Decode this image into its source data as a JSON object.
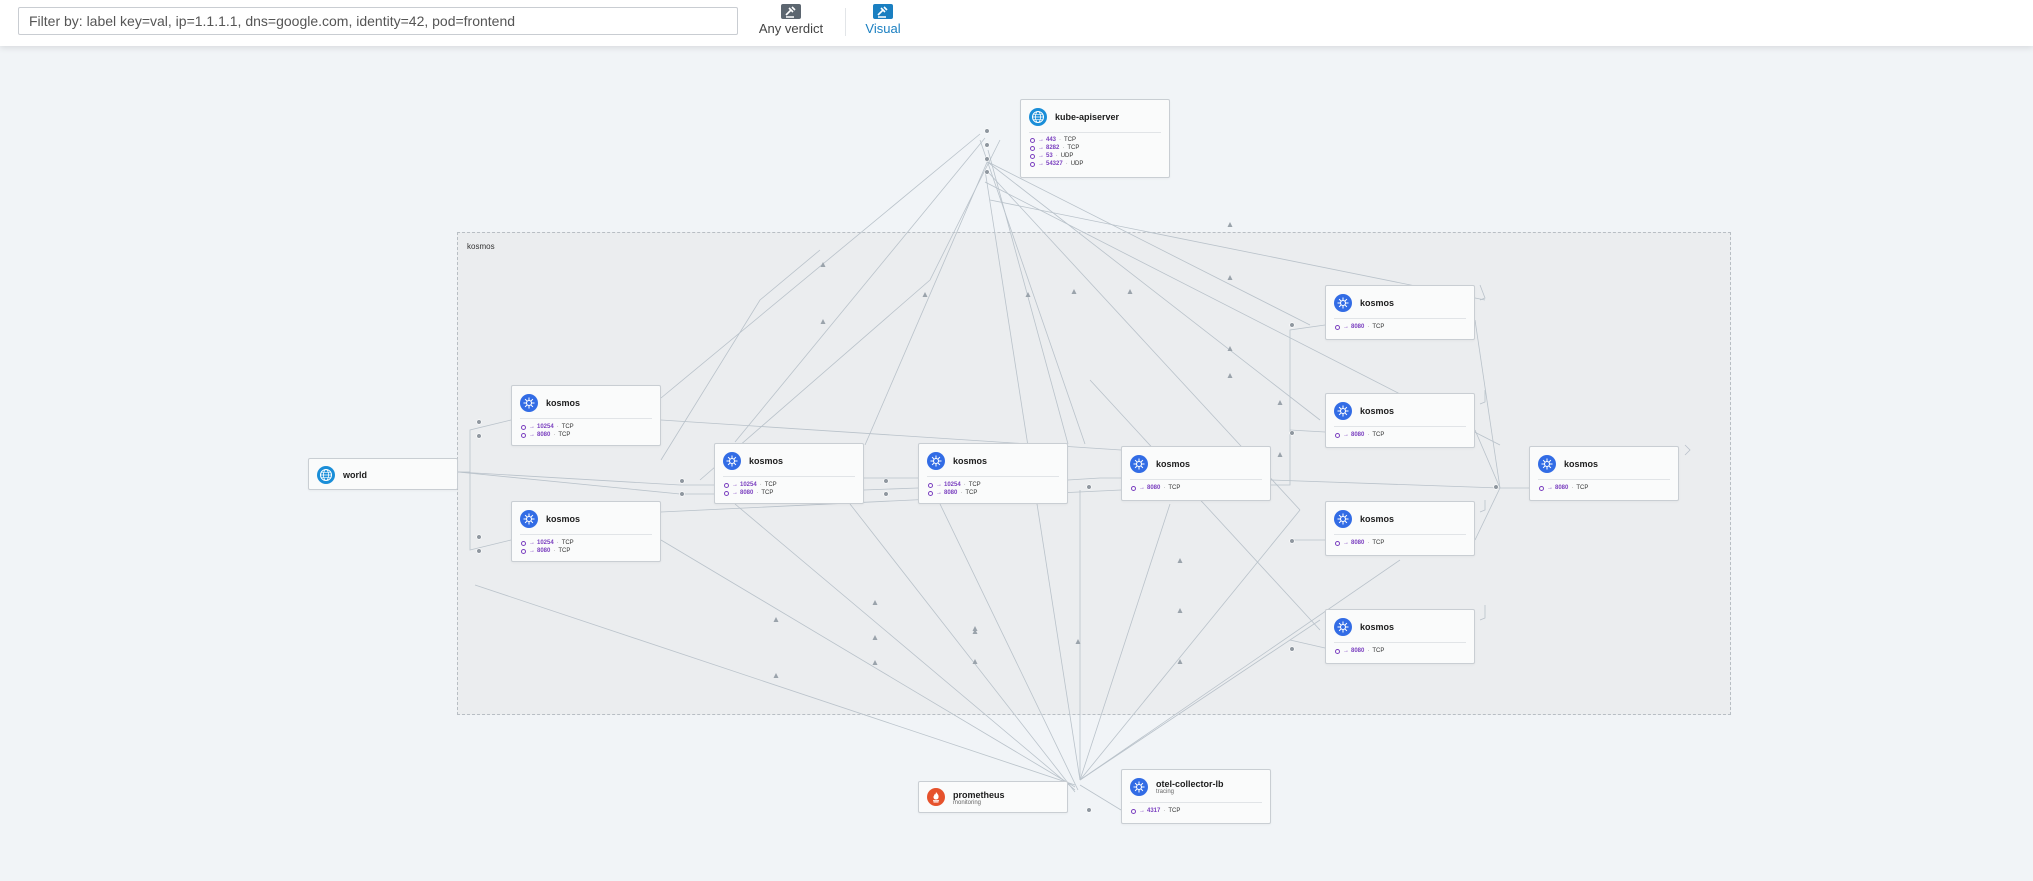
{
  "toolbar": {
    "filter_placeholder": "Filter by: label key=val, ip=1.1.1.1, dns=google.com, identity=42, pod=frontend",
    "verdict_label": "Any verdict",
    "visual_label": "Visual"
  },
  "namespace": {
    "label": "kosmos"
  },
  "icons": {
    "kube-apiserver": "globe-icon",
    "world": "globe-icon",
    "kosmos": "kubernetes-wheel-icon",
    "prometheus": "prometheus-flame-icon",
    "otel-collector-lb": "kubernetes-wheel-icon"
  },
  "colors": {
    "accent": "#1a7fc1",
    "port": "#7a3fbf",
    "k8s_badge": "#326ce5",
    "globe_badge": "#1a8ed8",
    "prometheus_badge": "#e6522c"
  },
  "nodes": {
    "apiserver": {
      "name": "kube-apiserver",
      "ports": [
        {
          "port": "443",
          "proto": "TCP"
        },
        {
          "port": "8282",
          "proto": "TCP"
        },
        {
          "port": "53",
          "proto": "UDP"
        },
        {
          "port": "54327",
          "proto": "UDP"
        }
      ]
    },
    "world": {
      "name": "world"
    },
    "k1": {
      "name": "kosmos",
      "ports": [
        {
          "port": "10254",
          "proto": "TCP"
        },
        {
          "port": "8080",
          "proto": "TCP"
        }
      ]
    },
    "k2": {
      "name": "kosmos",
      "ports": [
        {
          "port": "10254",
          "proto": "TCP"
        },
        {
          "port": "8080",
          "proto": "TCP"
        }
      ]
    },
    "k3": {
      "name": "kosmos",
      "ports": [
        {
          "port": "10254",
          "proto": "TCP"
        },
        {
          "port": "8080",
          "proto": "TCP"
        }
      ]
    },
    "k4": {
      "name": "kosmos",
      "ports": [
        {
          "port": "10254",
          "proto": "TCP"
        },
        {
          "port": "8080",
          "proto": "TCP"
        }
      ]
    },
    "k5": {
      "name": "kosmos",
      "ports": [
        {
          "port": "8080",
          "proto": "TCP"
        }
      ]
    },
    "r1": {
      "name": "kosmos",
      "ports": [
        {
          "port": "8080",
          "proto": "TCP"
        }
      ]
    },
    "r2": {
      "name": "kosmos",
      "ports": [
        {
          "port": "8080",
          "proto": "TCP"
        }
      ]
    },
    "r3": {
      "name": "kosmos",
      "ports": [
        {
          "port": "8080",
          "proto": "TCP"
        }
      ]
    },
    "r4": {
      "name": "kosmos",
      "ports": [
        {
          "port": "8080",
          "proto": "TCP"
        }
      ]
    },
    "far": {
      "name": "kosmos",
      "ports": [
        {
          "port": "8080",
          "proto": "TCP"
        }
      ]
    },
    "prometheus": {
      "name": "prometheus",
      "namespace": "monitoring"
    },
    "otel": {
      "name": "otel-collector-lb",
      "namespace": "tracing",
      "ports": [
        {
          "port": "4317",
          "proto": "TCP"
        }
      ]
    }
  }
}
